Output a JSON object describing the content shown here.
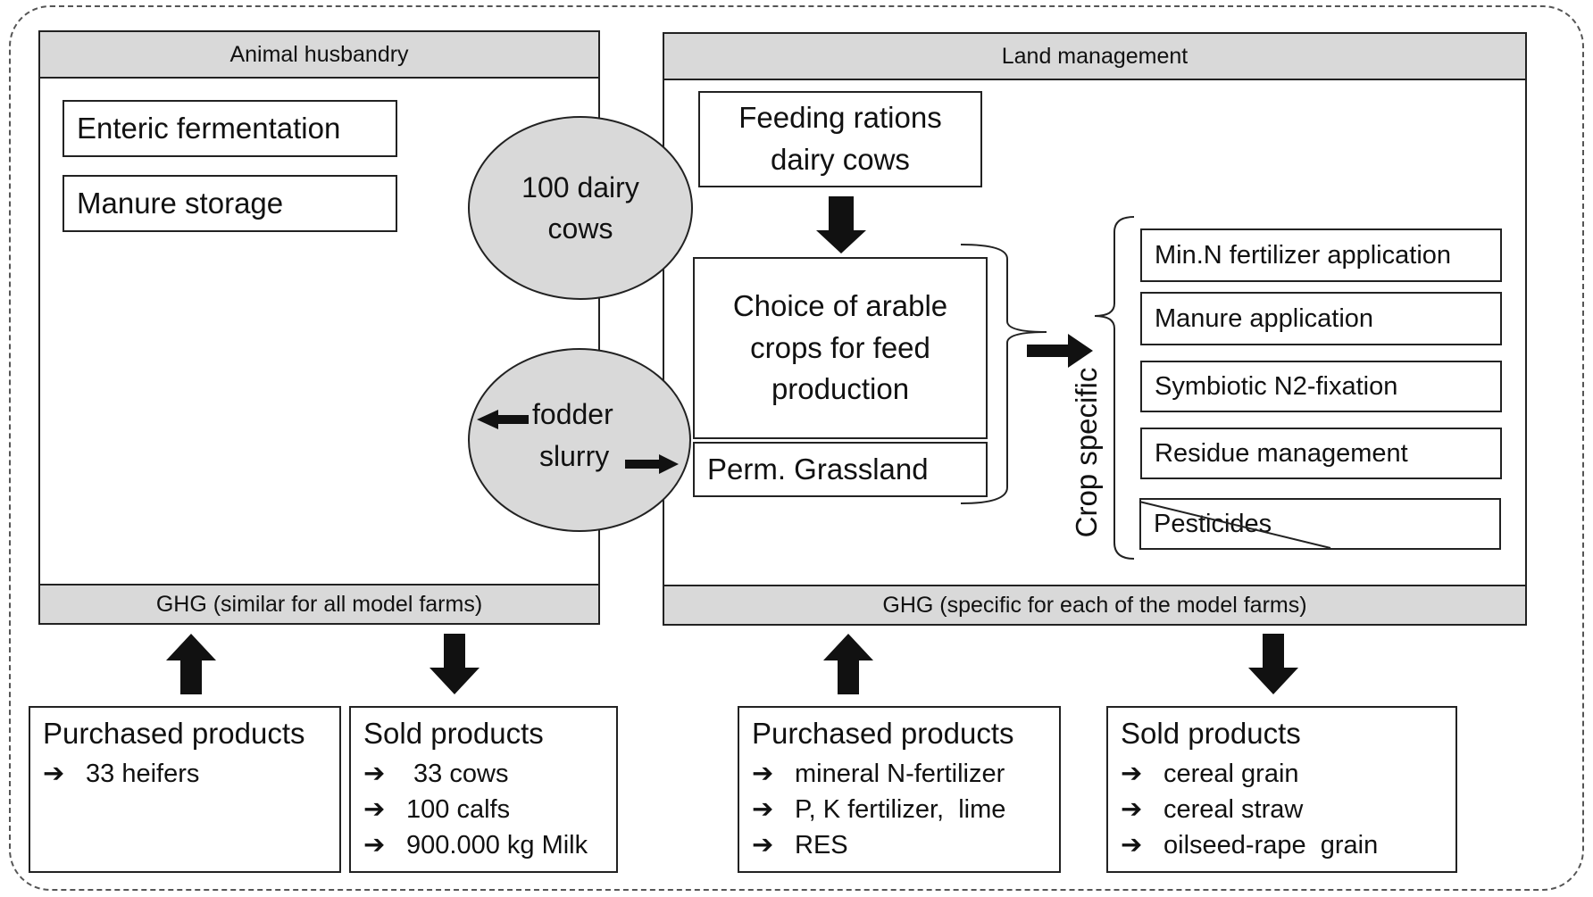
{
  "animal_husbandry": {
    "header": "Animal husbandry",
    "items": [
      "Enteric fermentation",
      "Manure storage"
    ],
    "footer": "GHG (similar for all model farms)"
  },
  "land_management": {
    "header": "Land management",
    "feeding": "Feeding rations dairy cows",
    "choice": "Choice of arable crops for feed production",
    "grassland": "Perm. Grassland",
    "crop_specific_label": "Crop specific",
    "crop_items": [
      "Min.N fertilizer application",
      "Manure application",
      "Symbiotic N2-fixation",
      "Residue management",
      "Pesticides"
    ],
    "footer": "GHG (specific for each of the model farms)"
  },
  "ellipses": {
    "cows": "100 dairy cows",
    "fodder": "fodder",
    "slurry": "slurry"
  },
  "outputs": {
    "ah_purchased": {
      "title": "Purchased  products",
      "items": [
        "33 heifers"
      ]
    },
    "ah_sold": {
      "title": "Sold products",
      "items": [
        " 33 cows",
        "100 calfs",
        "900.000 kg Milk"
      ]
    },
    "lm_purchased": {
      "title": "Purchased products",
      "items": [
        "mineral N-fertilizer",
        "P, K fertilizer,  lime",
        "RES"
      ]
    },
    "lm_sold": {
      "title": "Sold products",
      "items": [
        "cereal grain",
        "cereal straw",
        "oilseed-rape  grain"
      ]
    }
  },
  "colors": {
    "band": "#d9d9d9",
    "ellipse": "#d9d9d9",
    "border": "#222222"
  },
  "icons": {
    "list_bullet": "arrow-right-icon",
    "flow": "block-arrow-icon"
  }
}
